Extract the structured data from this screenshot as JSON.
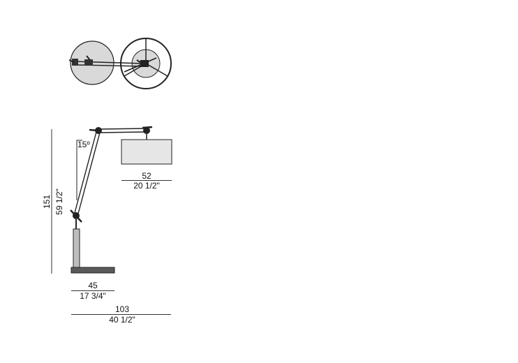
{
  "dimensions": {
    "height_cm": "151",
    "height_in": "59 1/2\"",
    "base_cm": "45",
    "base_in": "17 3/4\"",
    "reach_cm": "103",
    "reach_in": "40 1/2\"",
    "shade_cm": "52",
    "shade_in": "20 1/2\"",
    "tilt_angle": "15º"
  },
  "colors": {
    "shade_fill": "#e6e6e6",
    "plan_fill": "#d9d9d9",
    "line": "#222222",
    "base_fill": "#5a5a5a"
  }
}
